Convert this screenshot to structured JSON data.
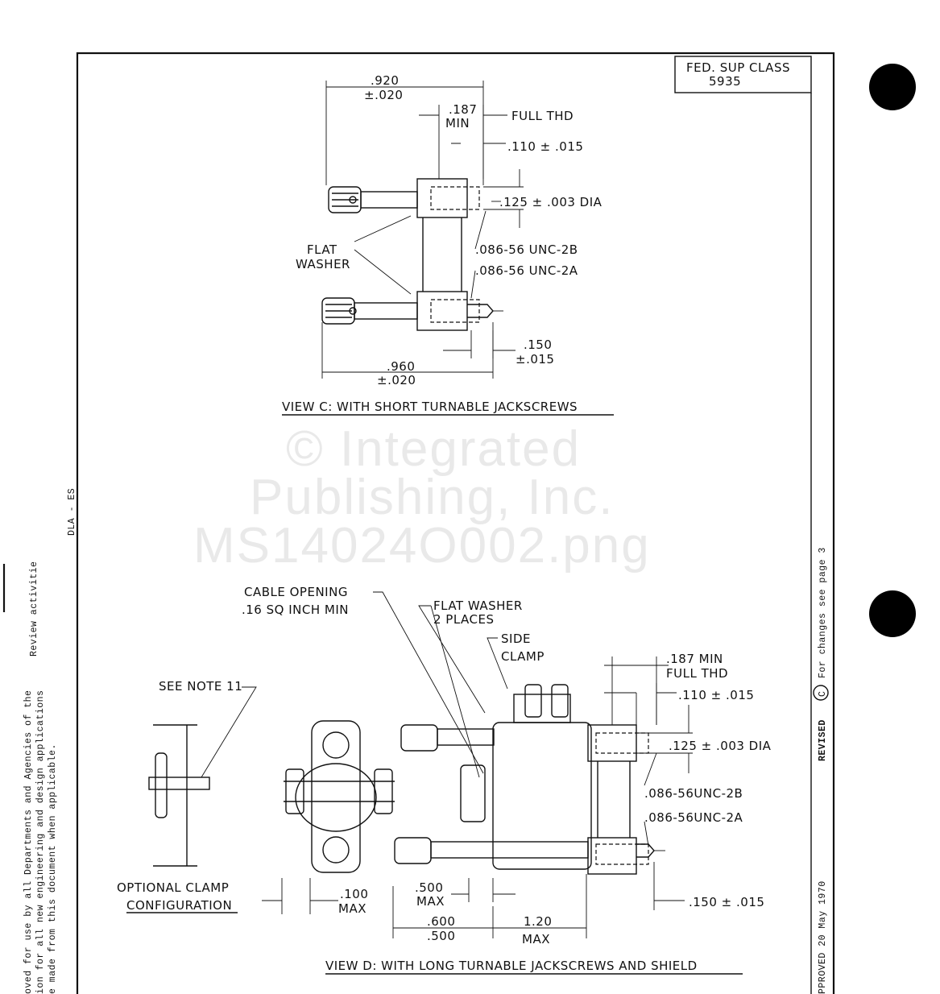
{
  "title_block": {
    "label": "FED. SUP CLASS",
    "value": "5935"
  },
  "view_c": {
    "caption": "VIEW C: WITH SHORT TURNABLE JACKSCREWS",
    "dims": {
      "width_top": ".920",
      "width_top_tol": "±.020",
      "min_187": ".187",
      "min_label": "MIN",
      "full_thd": "FULL THD",
      "d110": ".110 ± .015",
      "dia125": ".125 ± .003 DIA",
      "thread_2b": ".086-56 UNC-2B",
      "thread_2a": ".086-56 UNC-2A",
      "d150": ".150",
      "d150_tol": "±.015",
      "width_bottom": ".960",
      "width_bottom_tol": "±.020"
    },
    "flat_washer": [
      "FLAT",
      "WASHER"
    ]
  },
  "watermark": [
    "© Integrated",
    "Publishing, Inc.",
    "MS14024O002.png"
  ],
  "view_d": {
    "caption": "VIEW D: WITH LONG TURNABLE JACKSCREWS AND SHIELD",
    "cable_opening": [
      "CABLE OPENING",
      ".16 SQ INCH MIN"
    ],
    "flat_washer": [
      "FLAT WASHER",
      "2 PLACES"
    ],
    "side_clamp": [
      "SIDE",
      "CLAMP"
    ],
    "see_note": "SEE NOTE 11",
    "optional_clamp": [
      "OPTIONAL CLAMP",
      "CONFIGURATION"
    ],
    "dims": {
      "min_187": ".187 MIN",
      "full_thd": "FULL THD",
      "d110": ".110 ± .015",
      "dia125": ".125 ± .003 DIA",
      "thread_2b": ".086-56UNC-2B",
      "thread_2a": ".086-56UNC-2A",
      "d150": ".150 ± .015",
      "d100": ".100",
      "d100_max": "MAX",
      "d500": ".500",
      "d500_max": "MAX",
      "d600": ".600",
      "d600_500": ".500",
      "d120": "1.20",
      "d120_max": "MAX"
    }
  },
  "left_margin": {
    "lines": [
      "oved for use by all Departments and Agencies of the",
      "ion for all new engineering and design applications",
      "e made from this document when applicable."
    ],
    "review": "Review activitie",
    "code": "DLA - ES"
  },
  "right_margin": {
    "approved": "PPROVED  20 May 1970",
    "revised": "REVISED",
    "rev_letter": "C",
    "changes": "For changes see page 3"
  }
}
